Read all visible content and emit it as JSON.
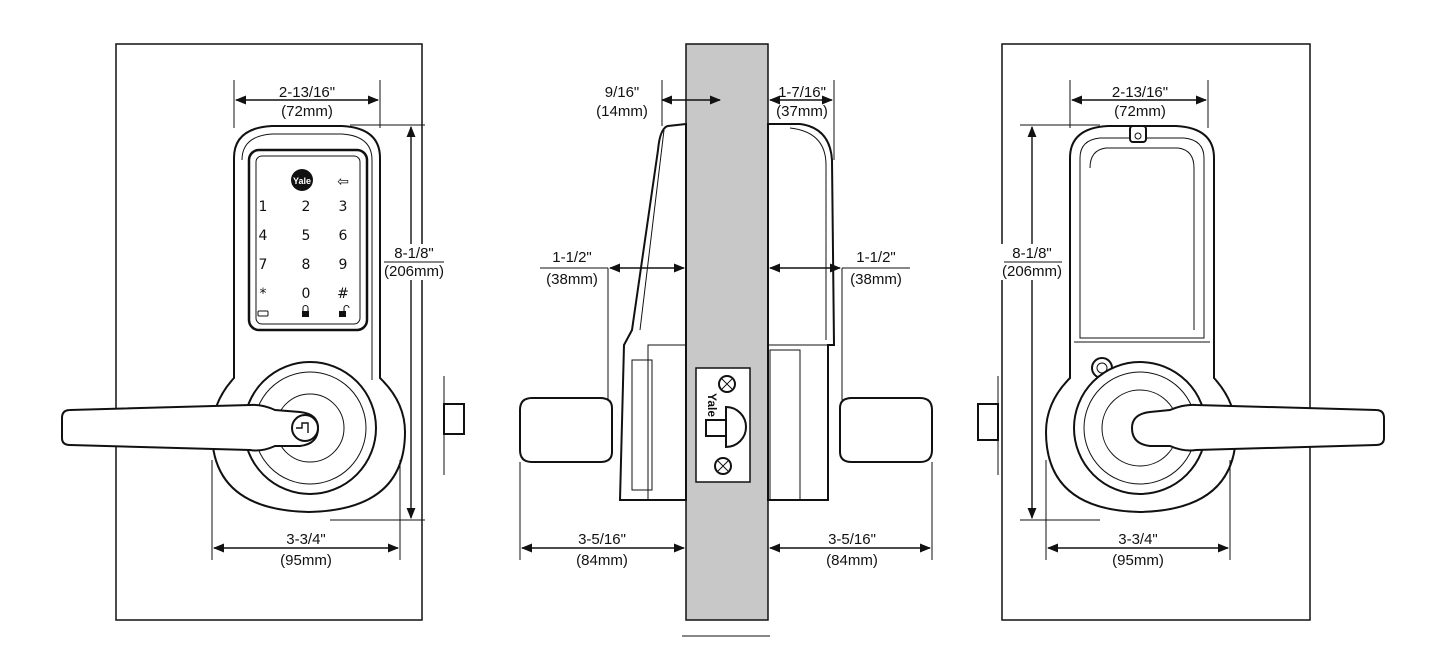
{
  "front_view": {
    "brand": "Yale",
    "keypad": [
      "1",
      "2",
      "3",
      "4",
      "5",
      "6",
      "7",
      "8",
      "9",
      "*",
      "0",
      "#"
    ],
    "dim_width_in": "2-13/16\"",
    "dim_width_mm": "(72mm)",
    "dim_height_in": "8-1/8\"",
    "dim_height_mm": "(206mm)",
    "dim_lever_in": "3-3/4\"",
    "dim_lever_mm": "(95mm)"
  },
  "side_view": {
    "brand": "Yale",
    "dim_outside_proj_in": "9/16\"",
    "dim_outside_proj_mm": "(14mm)",
    "dim_inside_proj_in": "1-7/16\"",
    "dim_inside_proj_mm": "(37mm)",
    "dim_left_depth_in": "1-1/2\"",
    "dim_left_depth_mm": "(38mm)",
    "dim_right_depth_in": "1-1/2\"",
    "dim_right_depth_mm": "(38mm)",
    "dim_left_lever_in": "3-5/16\"",
    "dim_left_lever_mm": "(84mm)",
    "dim_right_lever_in": "3-5/16\"",
    "dim_right_lever_mm": "(84mm)"
  },
  "back_view": {
    "dim_width_in": "2-13/16\"",
    "dim_width_mm": "(72mm)",
    "dim_height_in": "8-1/8\"",
    "dim_height_mm": "(206mm)",
    "dim_lever_in": "3-3/4\"",
    "dim_lever_mm": "(95mm)"
  }
}
